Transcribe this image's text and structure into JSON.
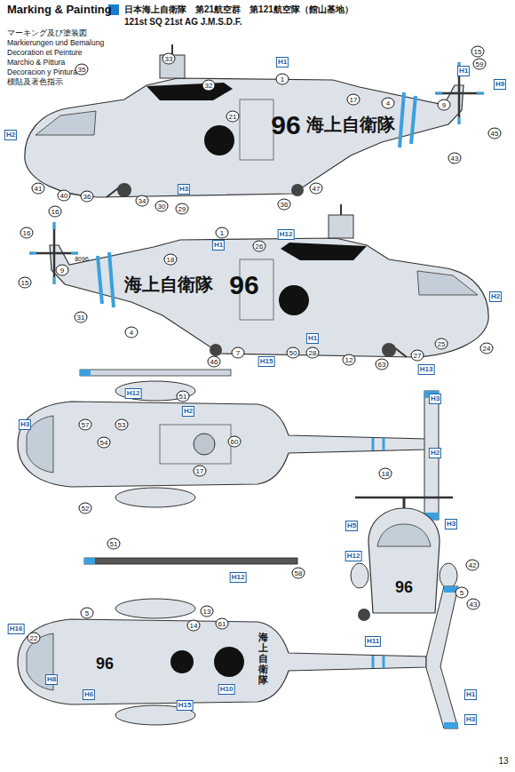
{
  "diagram": {
    "title": "Marking & Painting",
    "labels": [
      "日本海上自衛隊　第21航空群　第121航空隊（館山基地）",
      "121st SQ 21st AG J.M.S.D.F.",
      "マーキング及び塗装図",
      "Markierungen und Bemalung",
      "Decoration et Peinture",
      "Marchio & Pittura",
      "Decoracion y Pintura",
      "標貼及著色指示",
      "96",
      "海上自衛隊",
      "海上自衛隊",
      "96",
      "8096",
      "96",
      "96",
      "海上自衛隊",
      "35",
      "33",
      "32",
      "21",
      "1",
      "17",
      "4",
      "9",
      "41",
      "40",
      "36",
      "34",
      "30",
      "29",
      "36",
      "47",
      "45",
      "43",
      "15",
      "59",
      "16",
      "H1",
      "H2",
      "H3",
      "H1",
      "H9",
      "16",
      "15",
      "9",
      "31",
      "18",
      "1",
      "26",
      "4",
      "46",
      "7",
      "50",
      "28",
      "12",
      "63",
      "27",
      "24",
      "25",
      "H1",
      "H12",
      "H15",
      "H13",
      "H2",
      "H1",
      "H12",
      "51",
      "53",
      "54",
      "60",
      "17",
      "18",
      "51",
      "57",
      "52",
      "H2",
      "H3",
      "H3",
      "H2",
      "H3",
      "H5",
      "H12",
      "42",
      "5",
      "43",
      "H12",
      "58",
      "5",
      "14",
      "13",
      "61",
      "22",
      "H16",
      "H8",
      "H6",
      "H10",
      "H15",
      "H11",
      "H1",
      "H3",
      "13"
    ]
  }
}
